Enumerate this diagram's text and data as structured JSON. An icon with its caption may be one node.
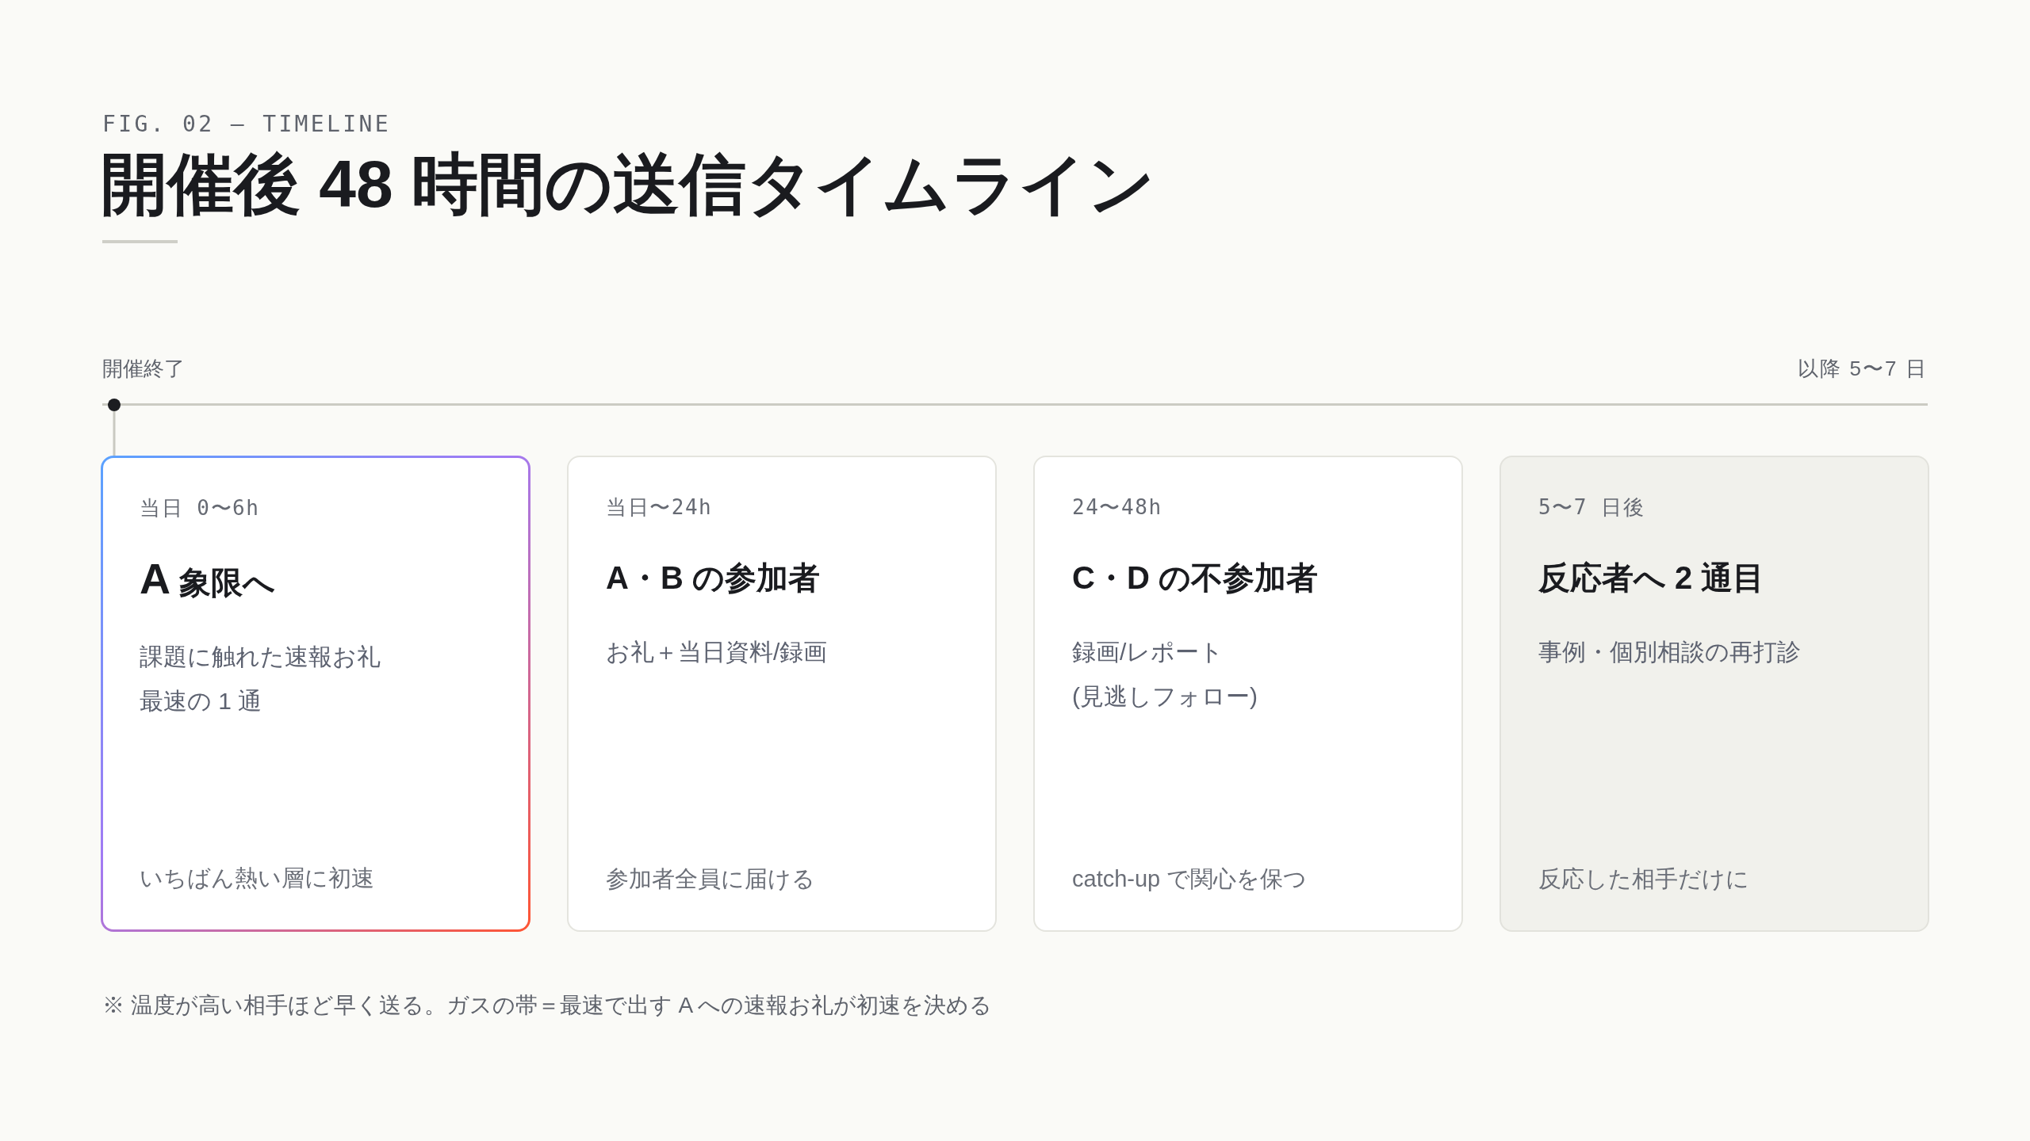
{
  "diagram": {
    "title": "開催後 48 時間の送信タイムライン",
    "caption": "※ 温度が高い相手ほど早く送る。ガスの帯＝最速で出す A への速報お礼が初速を決める",
    "nodes": [
      {
        "text": [],
        "shape": "circle"
      },
      {
        "text": [
          "当日 0〜6h",
          "**A** 象限へ",
          "課題に触れた速報お礼",
          "最速の 1 通",
          "いちばん熱い層に初速"
        ]
      },
      {
        "text": [
          "当日〜24h",
          "A・B の参加者",
          "お礼＋当日資料/録画",
          "参加者全員に届ける"
        ]
      },
      {
        "text": [
          "24〜48h",
          "C・D の不参加者",
          "録画/レポート",
          "(見逃しフォロー)",
          "catch-up で関心を保つ"
        ]
      },
      {
        "text": [
          "5〜7 日後",
          "反応者へ 2 通目",
          "事例・個別相談の再打診",
          "反応した相手だけに"
        ]
      }
    ],
    "edges": [
      {
        "from": 0,
        "to": 1,
        "arrow": "none"
      }
    ],
    "labels": [
      "FIG. 02 — TIMELINE",
      "開催終了",
      "以降 5〜7 日"
    ]
  }
}
